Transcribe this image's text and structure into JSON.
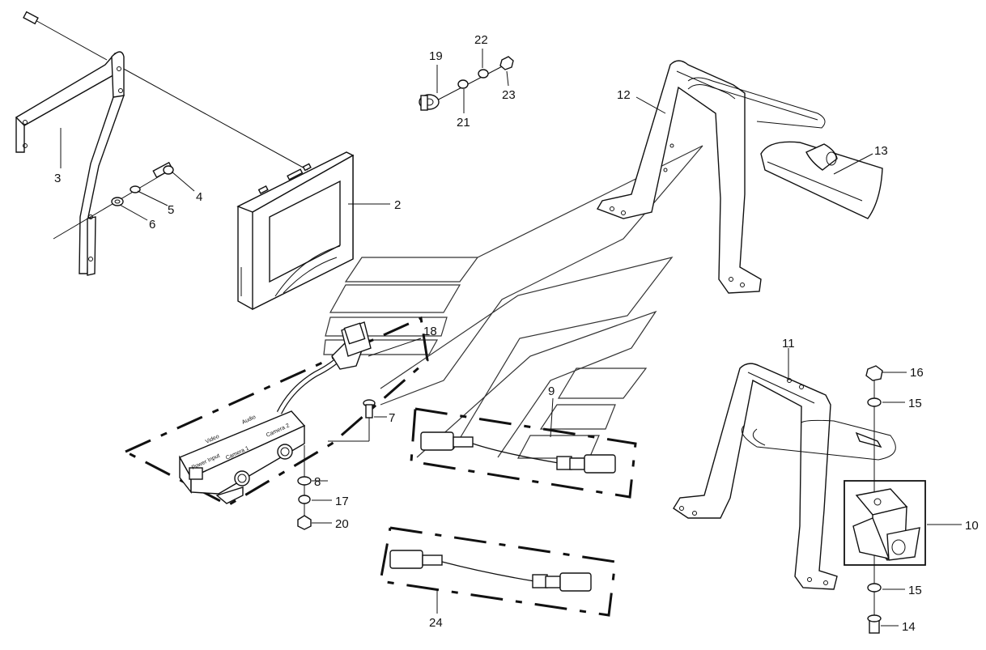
{
  "labels": {
    "p2": "2",
    "p3": "3",
    "p4": "4",
    "p5": "5",
    "p6": "6",
    "p7": "7",
    "p8": "8",
    "p9": "9",
    "p10": "10",
    "p11": "11",
    "p12": "12",
    "p13": "13",
    "p14": "14",
    "p15a": "15",
    "p15b": "15",
    "p16": "16",
    "p17": "17",
    "p18": "18",
    "p19": "19",
    "p20": "20",
    "p21": "21",
    "p22": "22",
    "p23": "23",
    "p24": "24"
  },
  "control_box": {
    "video": "Video",
    "audio": "Audio",
    "power_input": "Power Input",
    "camera1": "Camera 1",
    "camera2": "Camera 2"
  },
  "colors": {
    "line": "#111111",
    "background": "#ffffff",
    "watermark": "#333333"
  }
}
